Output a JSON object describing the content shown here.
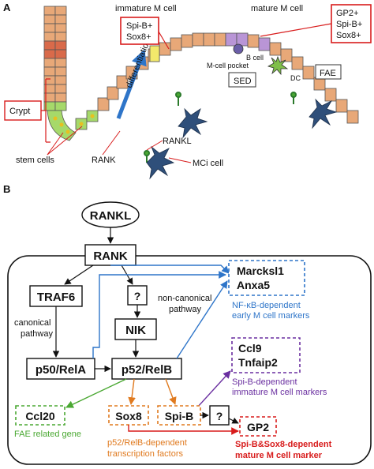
{
  "panel_a": {
    "label": "A",
    "immature_title": "immature M cell",
    "immature_markers": [
      "Spi-B+",
      "Sox8+"
    ],
    "mature_title": "mature M cell",
    "mature_markers": [
      "GP2+",
      "Spi-B+",
      "Sox8+"
    ],
    "differentiation": "differentiation",
    "crypt": "Crypt",
    "stem_cells": "stem cells",
    "rank": "RANK",
    "rankl": "RANKL",
    "mci_cell": "MCi cell",
    "b_cell": "B cell",
    "m_cell_pocket": "M-cell pocket",
    "sed": "SED",
    "dc": "DC",
    "fae": "FAE"
  },
  "panel_b": {
    "label": "B",
    "rankl": "RANKL",
    "rank": "RANK",
    "traf6": "TRAF6",
    "question": "?",
    "nik": "NIK",
    "p50": "p50/RelA",
    "p52": "p52/RelB",
    "canonical": [
      "canonical",
      "pathway"
    ],
    "noncanonical": [
      "non-canonical",
      "pathway"
    ],
    "early_genes": [
      "Marcksl1",
      "Anxa5"
    ],
    "early_caption": [
      "NF-κB-dependent",
      "early M cell markers"
    ],
    "immature_genes": [
      "Ccl9",
      "Tnfaip2"
    ],
    "immature_caption": [
      "Spi-B-dependent",
      "immature M cell markers"
    ],
    "ccl20": "Ccl20",
    "fae_caption": "FAE related gene",
    "sox8": "Sox8",
    "spib": "Spi-B",
    "question2": "?",
    "gp2": "GP2",
    "tf_caption": [
      "p52/RelB-dependent",
      "transcription factors"
    ],
    "mature_caption": [
      "Spi-B&Sox8-dependent",
      "mature M cell marker"
    ]
  },
  "colors": {
    "blue": "#2e75c9",
    "purple": "#6a2fa0",
    "green": "#4aa832",
    "orange": "#e07a1f",
    "red": "#d81c1c",
    "cell_fill": "#e8a878",
    "stem_fill": "#a6d96a",
    "mci": "#2f4f7a"
  }
}
